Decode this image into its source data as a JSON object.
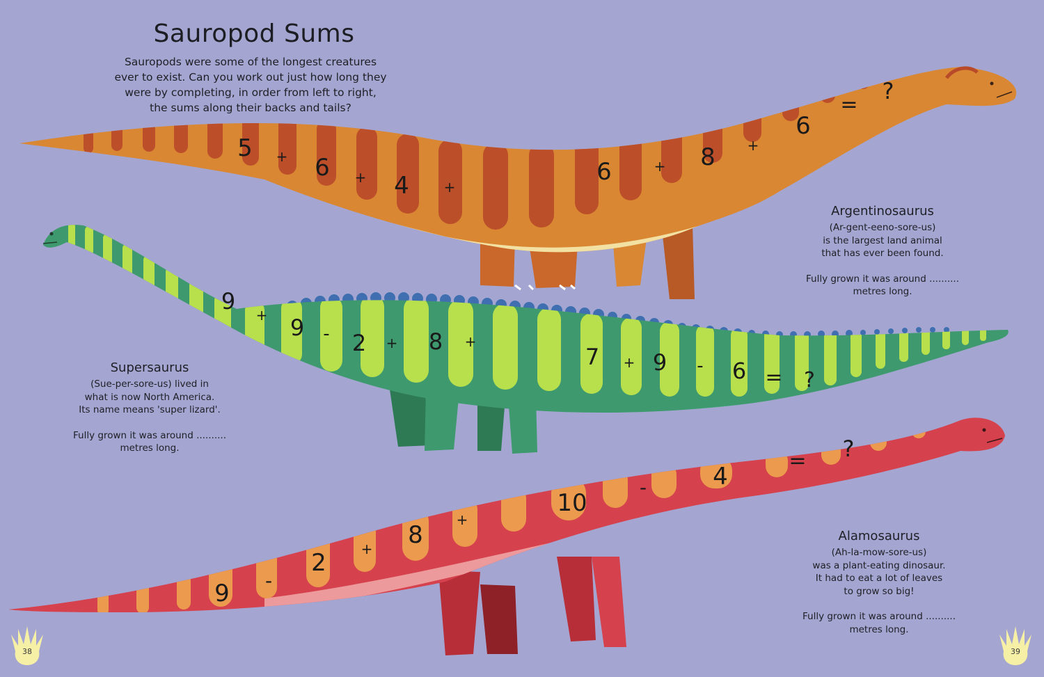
{
  "page": {
    "title": "Sauropod Sums",
    "intro": [
      "Sauropods were some of the longest creatures",
      "ever to exist. Can you work out just how long they",
      "were by completing, in order from left to right,",
      "the sums along their backs and tails?"
    ],
    "page_numbers": {
      "left": "38",
      "right": "39"
    }
  },
  "colors": {
    "background": "#a4a6d1",
    "argentinosaurus_body": "#d98733",
    "argentinosaurus_stripe": "#b84a2a",
    "argentinosaurus_belly": "#f3e1a4",
    "supersaurus_body": "#3e9a6e",
    "supersaurus_stripe": "#b8e04c",
    "supersaurus_spikes": "#3f6fb0",
    "alamosaurus_body": "#d5414c",
    "alamosaurus_stripe": "#eb9a4e",
    "alamosaurus_belly": "#ec9a9c",
    "footprint": "#f6efa6"
  },
  "dinosaurs": {
    "argentinosaurus": {
      "name": "Argentinosaurus",
      "pronunciation": "(Ar-gent-eeno-sore-us)",
      "fact": [
        "is the largest land animal",
        "that has ever been found."
      ],
      "length_prompt": [
        "Fully grown it was around ..........",
        "metres long."
      ],
      "sum": [
        "5",
        "+",
        "6",
        "+",
        "4",
        "+",
        "6",
        "+",
        "8",
        "+",
        "6",
        "=",
        "?"
      ]
    },
    "supersaurus": {
      "name": "Supersaurus",
      "pronunciation": "(Sue-per-sore-us) lived in",
      "fact": [
        "what is now North America.",
        "Its name means 'super lizard'."
      ],
      "length_prompt": [
        "Fully grown it was around ..........",
        "metres long."
      ],
      "sum": [
        "9",
        "+",
        "9",
        "-",
        "2",
        "+",
        "8",
        "+",
        "7",
        "+",
        "9",
        "-",
        "6",
        "=",
        "?"
      ]
    },
    "alamosaurus": {
      "name": "Alamosaurus",
      "pronunciation": "(Ah-la-mow-sore-us)",
      "fact": [
        "was a plant-eating dinosaur.",
        "It had to eat a lot of leaves",
        "to grow so big!"
      ],
      "length_prompt": [
        "Fully grown it was around ..........",
        "metres long."
      ],
      "sum": [
        "9",
        "-",
        "2",
        "+",
        "8",
        "+",
        "10",
        "-",
        "4",
        "=",
        "?"
      ]
    }
  }
}
